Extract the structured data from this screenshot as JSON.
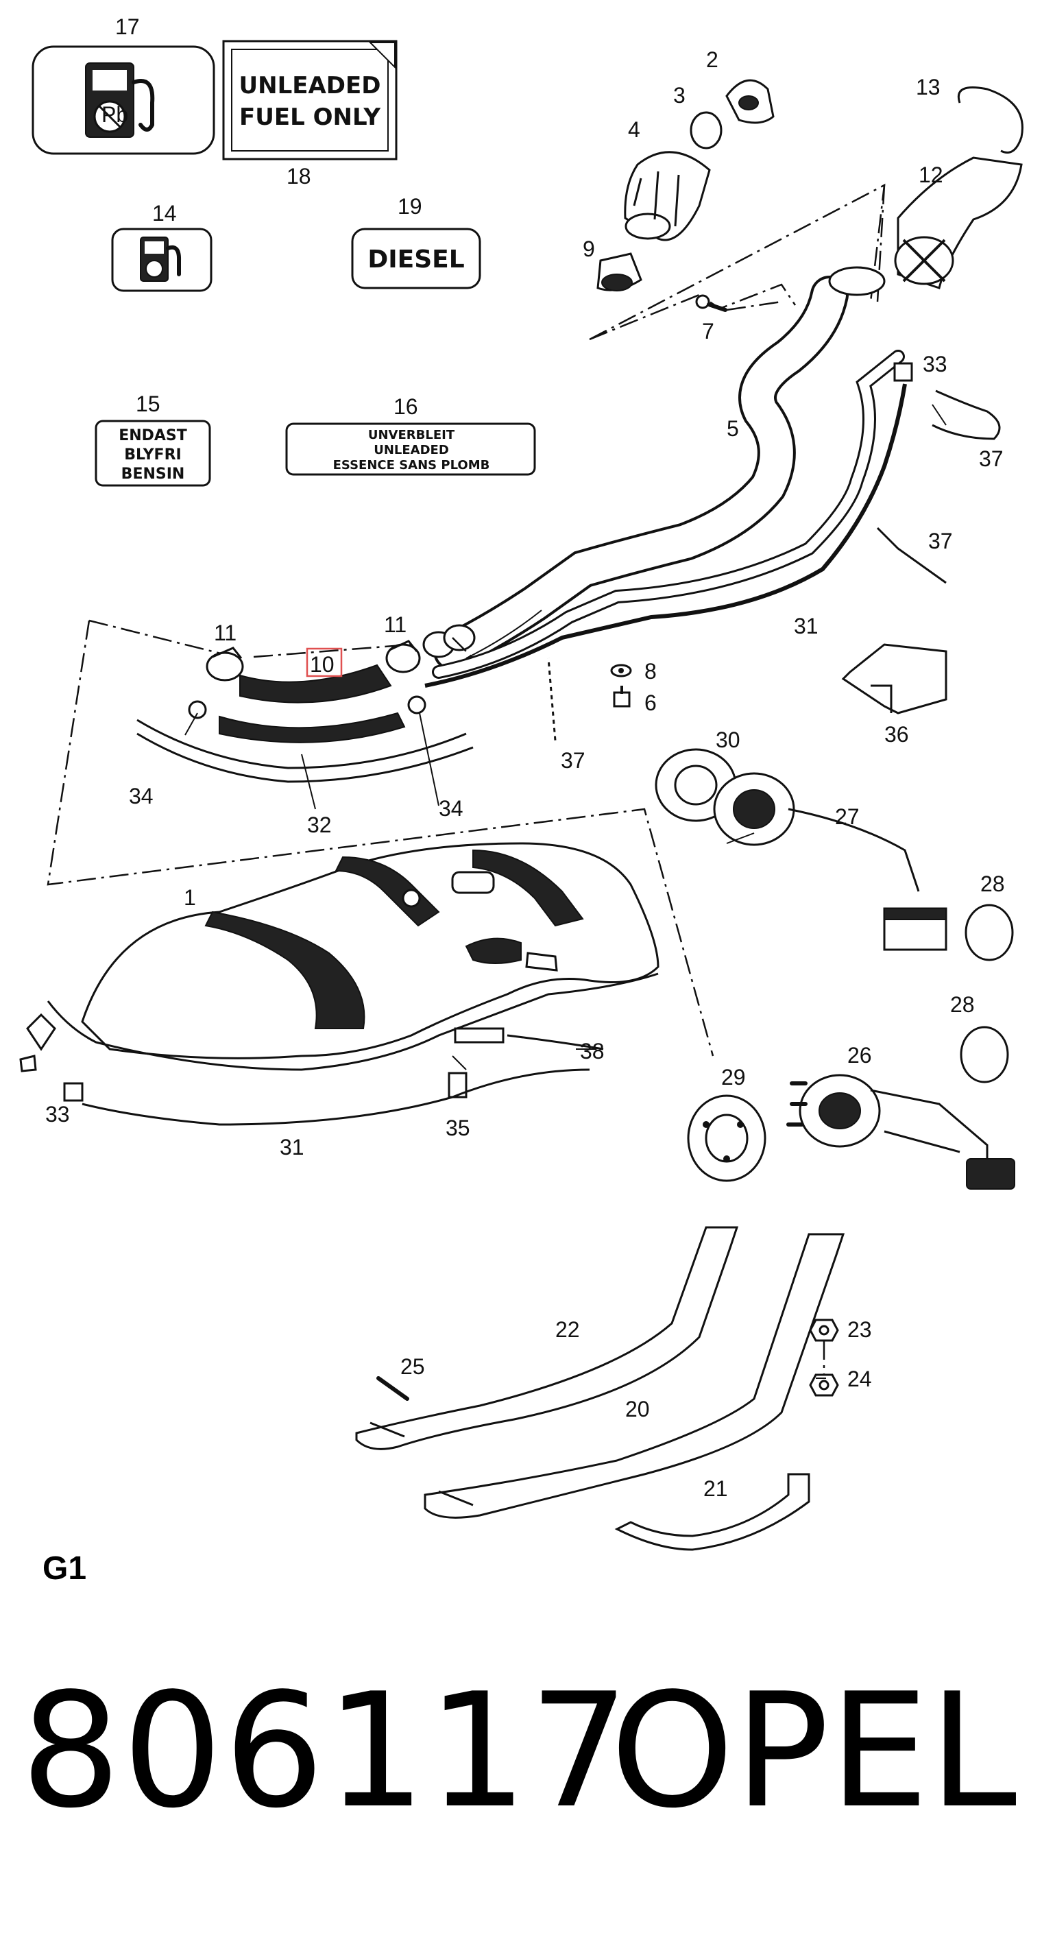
{
  "labels": {
    "l1": "1",
    "l2": "2",
    "l3": "3",
    "l4": "4",
    "l5": "5",
    "l6": "6",
    "l7": "7",
    "l8": "8",
    "l9": "9",
    "l10": "10",
    "l11a": "11",
    "l11b": "11",
    "l12": "12",
    "l13": "13",
    "l14": "14",
    "l15": "15",
    "l16": "16",
    "l17": "17",
    "l18": "18",
    "l19": "19",
    "l20": "20",
    "l21": "21",
    "l22": "22",
    "l23": "23",
    "l24": "24",
    "l25": "25",
    "l26": "26",
    "l27": "27",
    "l28a": "28",
    "l28b": "28",
    "l29": "29",
    "l30": "30",
    "l31a": "31",
    "l31b": "31",
    "l32": "32",
    "l33a": "33",
    "l33b": "33",
    "l34a": "34",
    "l34b": "34",
    "l35": "35",
    "l36": "36",
    "l37a": "37",
    "l37b": "37",
    "l37c": "37",
    "l38": "38"
  },
  "decals": {
    "unleaded_line1": "UNLEADED",
    "unleaded_line2": "FUEL ONLY",
    "diesel": "DIESEL",
    "nordic_line1": "ENDAST",
    "nordic_line2": "BLYFRI",
    "nordic_line3": "BENSIN",
    "multi_line1": "UNVERBLEIT",
    "multi_line2": "UNLEADED",
    "multi_line3": "ESSENCE SANS PLOMB",
    "pb_symbol": "Pb"
  },
  "page_code": "G1",
  "part_number": "806117",
  "brand": "OPEL",
  "highlight_color": "#e05050"
}
